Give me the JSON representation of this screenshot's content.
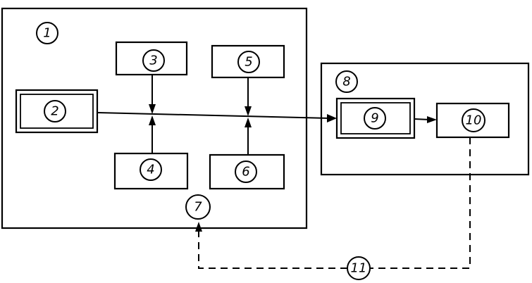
{
  "diagram": {
    "labels": {
      "n1": "1",
      "n2": "2",
      "n3": "3",
      "n4": "4",
      "n5": "5",
      "n6": "6",
      "n7": "7",
      "n8": "8",
      "n9": "9",
      "n10": "10",
      "n11": "11"
    },
    "line_color": "#000000",
    "background_color": "#ffffff"
  }
}
